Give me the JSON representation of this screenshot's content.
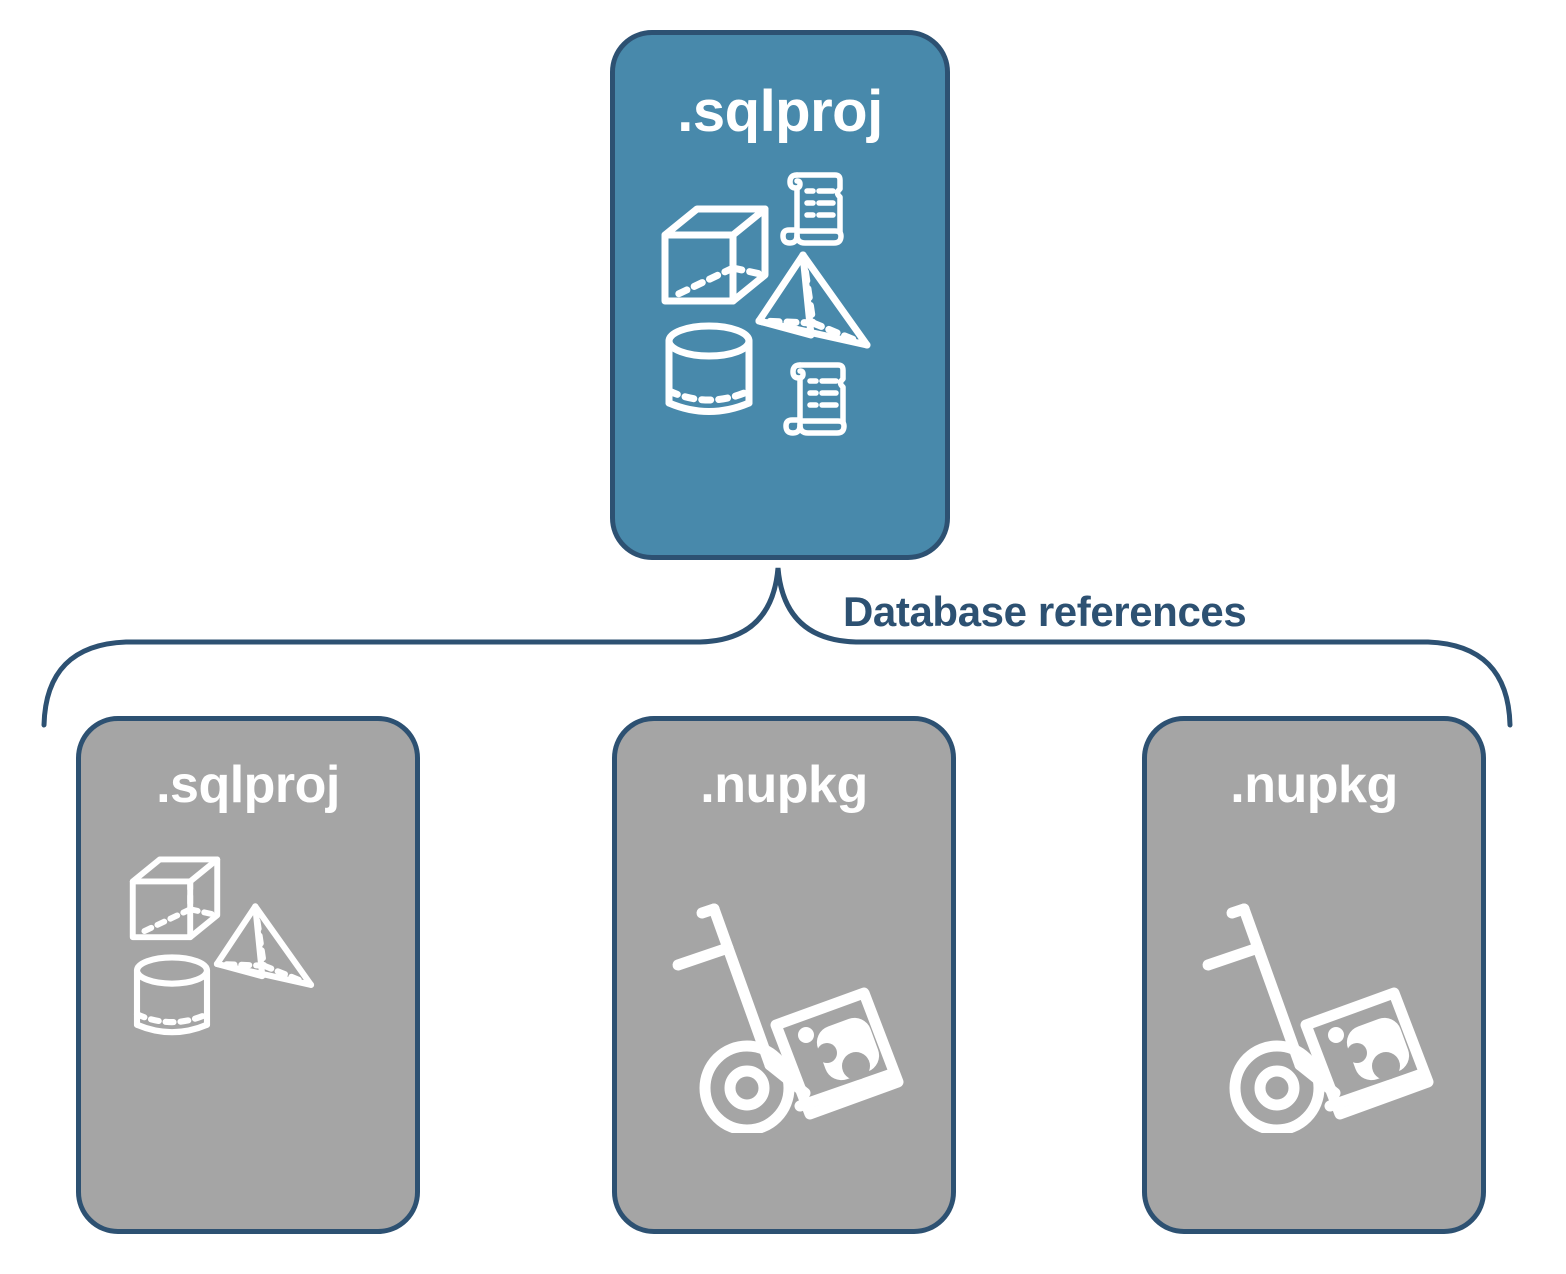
{
  "diagram": {
    "title_colors": {
      "accent_blue_fill": "#4889ab",
      "gray_fill": "#a5a5a5",
      "outline_navy": "#2d5172",
      "icon_white": "#ffffff",
      "label_navy": "#2d5172",
      "background": "#ffffff"
    },
    "root_node": {
      "label": ".sqlproj",
      "fill": "#4889ab",
      "icons": [
        "cube-wireframe-icon",
        "pyramid-wireframe-icon",
        "cylinder-wireframe-icon",
        "script-scroll-icon",
        "script-scroll-icon"
      ]
    },
    "connector": {
      "label": "Database references",
      "style": "curly-bracket",
      "color": "#2d5172"
    },
    "reference_nodes": [
      {
        "label": ".sqlproj",
        "fill": "#a5a5a5",
        "icons": [
          "cube-wireframe-icon",
          "pyramid-wireframe-icon",
          "cylinder-wireframe-icon"
        ]
      },
      {
        "label": ".nupkg",
        "fill": "#a5a5a5",
        "icons": [
          "hand-truck-package-icon"
        ]
      },
      {
        "label": ".nupkg",
        "fill": "#a5a5a5",
        "icons": [
          "hand-truck-package-icon"
        ]
      }
    ]
  }
}
